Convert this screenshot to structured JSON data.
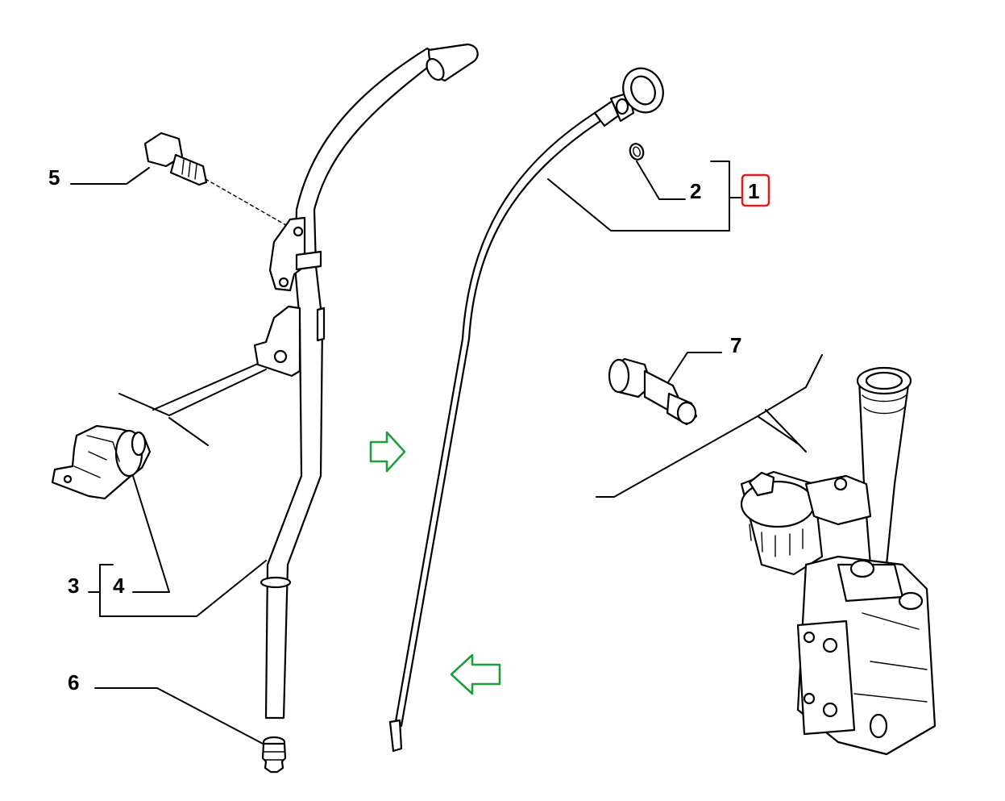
{
  "callouts": {
    "c1": "1",
    "c2": "2",
    "c3": "3",
    "c4": "4",
    "c5": "5",
    "c6": "6",
    "c7": "7"
  },
  "highlight": {
    "part": "1",
    "color": "#e02020"
  },
  "arrows": {
    "color": "#1f9e3a",
    "right_icon": "arrow-right-icon",
    "left_icon": "arrow-left-icon"
  }
}
